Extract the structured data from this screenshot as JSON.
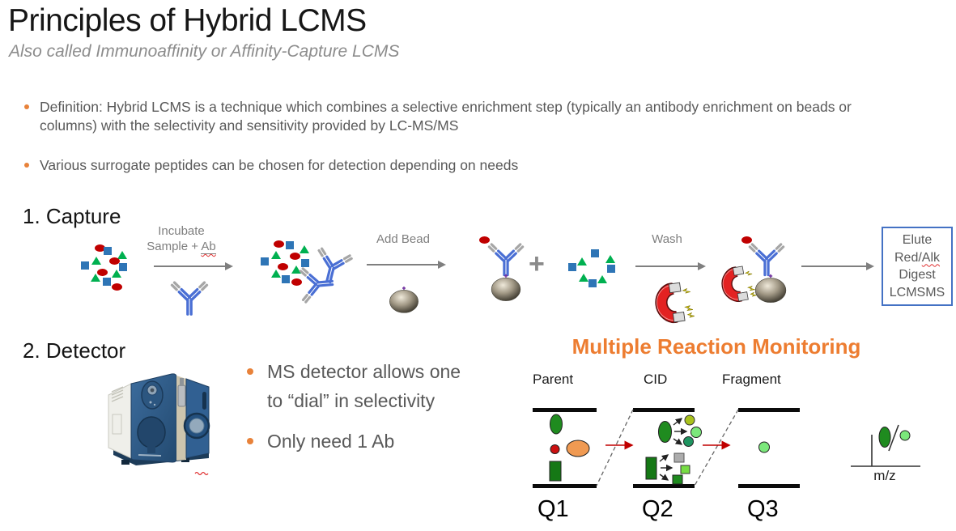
{
  "header": {
    "title": "Principles of Hybrid LCMS",
    "subtitle": "Also called Immunoaffinity or Affinity-Capture LCMS"
  },
  "intro_bullets": [
    "Definition: Hybrid LCMS is a technique which combines a selective enrichment step (typically an antibody enrichment on beads or columns) with the selectivity and sensitivity provided by LC-MS/MS",
    "Various surrogate peptides can be chosen for detection depending on needs"
  ],
  "capture": {
    "heading": "1. Capture",
    "arrow1_label_line1": "Incubate",
    "arrow1_label_prefix": "Sample + ",
    "arrow1_label_underlined": "Ab",
    "arrow2_label": "Add Bead",
    "arrow3_label": "Wash",
    "plus_sign": "+",
    "elute_box": {
      "line1": "Elute",
      "line2_prefix": "Red/",
      "line2_underlined": "Alk",
      "line3": "Digest",
      "line4": "LCMSMS"
    }
  },
  "detector": {
    "heading": "2. Detector",
    "bullets": [
      "MS detector allows one to “dial” in selectivity",
      "Only need 1 Ab"
    ]
  },
  "mrm": {
    "title": "Multiple Reaction Monitoring",
    "stage_labels": [
      "Parent",
      "CID",
      "Fragment"
    ],
    "quad_labels": [
      "Q1",
      "Q2",
      "Q3"
    ],
    "axis_label": "m/z"
  },
  "colors": {
    "accent_orange": "#ED7D31",
    "body_gray": "#595959",
    "arrow_gray": "#7F7F7F",
    "elute_border_blue": "#4472C4",
    "sample_red": "#C00000",
    "sample_blue": "#2E75B6",
    "sample_green": "#00B050",
    "antibody_blue": "#4A6FD4",
    "antibody_gray": "#A6A6A6",
    "magnet_red": "#E32222",
    "mrm_arrow_red": "#C00000",
    "mrm_dark_green": "#1F8B1F",
    "mrm_light_green": "#7BE87B",
    "mrm_olive_green": "#A9C21D",
    "mrm_sea_green": "#1F9460",
    "mrm_orange": "#F09A52",
    "mrm_gray": "#ACACAC"
  }
}
